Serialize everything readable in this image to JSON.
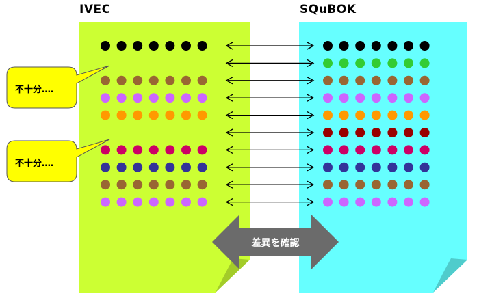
{
  "left_panel": {
    "title": "IVEC",
    "fill": "#ccff33"
  },
  "right_panel": {
    "title": "SQuBOK",
    "fill": "#66ffff"
  },
  "callouts": [
    {
      "text": "不十分‥‥"
    },
    {
      "text": "不十分‥‥"
    }
  ],
  "center_arrow": {
    "label": "差異を確認",
    "fill": "#6b6b6b"
  },
  "left_rows": [
    {
      "color": "#000000"
    },
    null,
    {
      "color": "#996633"
    },
    {
      "color": "#cc66ff"
    },
    {
      "color": "#ff9900"
    },
    null,
    {
      "color": "#cc0066"
    },
    {
      "color": "#333399"
    },
    {
      "color": "#996633"
    },
    {
      "color": "#cc66ff"
    }
  ],
  "right_rows": [
    {
      "color": "#000000"
    },
    {
      "color": "#33cc33"
    },
    {
      "color": "#996633"
    },
    {
      "color": "#cc66ff"
    },
    {
      "color": "#ff9900"
    },
    {
      "color": "#990000"
    },
    {
      "color": "#cc0066"
    },
    {
      "color": "#333399"
    },
    {
      "color": "#996633"
    },
    {
      "color": "#cc66ff"
    }
  ],
  "dots_per_row": 7
}
